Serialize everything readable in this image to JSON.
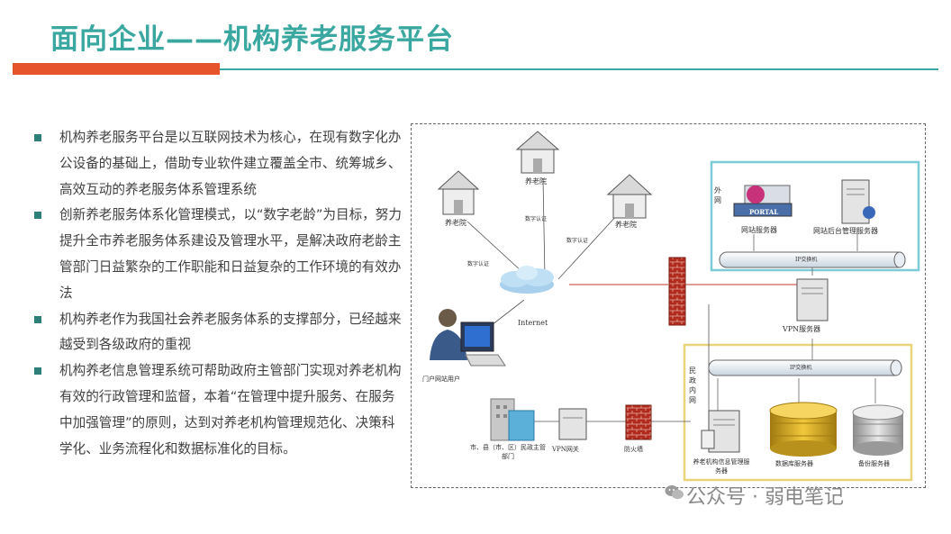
{
  "header": {
    "title": "面向企业——机构养老服务平台"
  },
  "bullets": [
    "机构养老服务平台是以互联网技术为核心，在现有数字化办公设备的基础上，借助专业软件建立覆盖全市、统筹城乡、高效互动的养老服务体系管理系统",
    "创新养老服务体系化管理模式，以“数字老龄”为目标，努力提升全市养老服务体系建设及管理水平，是解决政府老龄主管部门日益繁杂的工作职能和日益复杂的工作环境的有效办法",
    "机构养老作为我国社会养老服务体系的支撑部分，已经越来越受到各级政府的重视",
    "机构养老信息管理系统可帮助政府主管部门实现对养老机构有效的行政管理和监督，本着“在管理中提升服务、在服务中加强管理”的原则，达到对养老机构管理规范化、决策科学化、业务流程化和数据标准化的目标。"
  ],
  "diagram": {
    "house_left": "养老院",
    "house_center": "养老院",
    "house_right": "养老院",
    "cert_left": "数字认证",
    "cert_center": "数字认证",
    "cert_right": "数字认证",
    "internet": "Internet",
    "portal_user": "门户网站用户",
    "outer_net": "外网",
    "portal": "PORTAL",
    "web_server": "网站服务器",
    "backend_server": "网站后台管理服务器",
    "ip_switch_top": "IP交换机",
    "vpn_server": "VPN服务器",
    "civil_net": "民政内网",
    "ip_switch_bottom": "IP交换机",
    "gov_dept": "市、县（市、区）民政主管部门",
    "vpn_gateway": "VPN网关",
    "firewall": "防火墙",
    "info_server": "养老机构信息管理服务器",
    "db_server": "数据库服务器",
    "backup_server": "备份服务器"
  },
  "watermark": {
    "text": "公众号 · 弱电笔记"
  }
}
